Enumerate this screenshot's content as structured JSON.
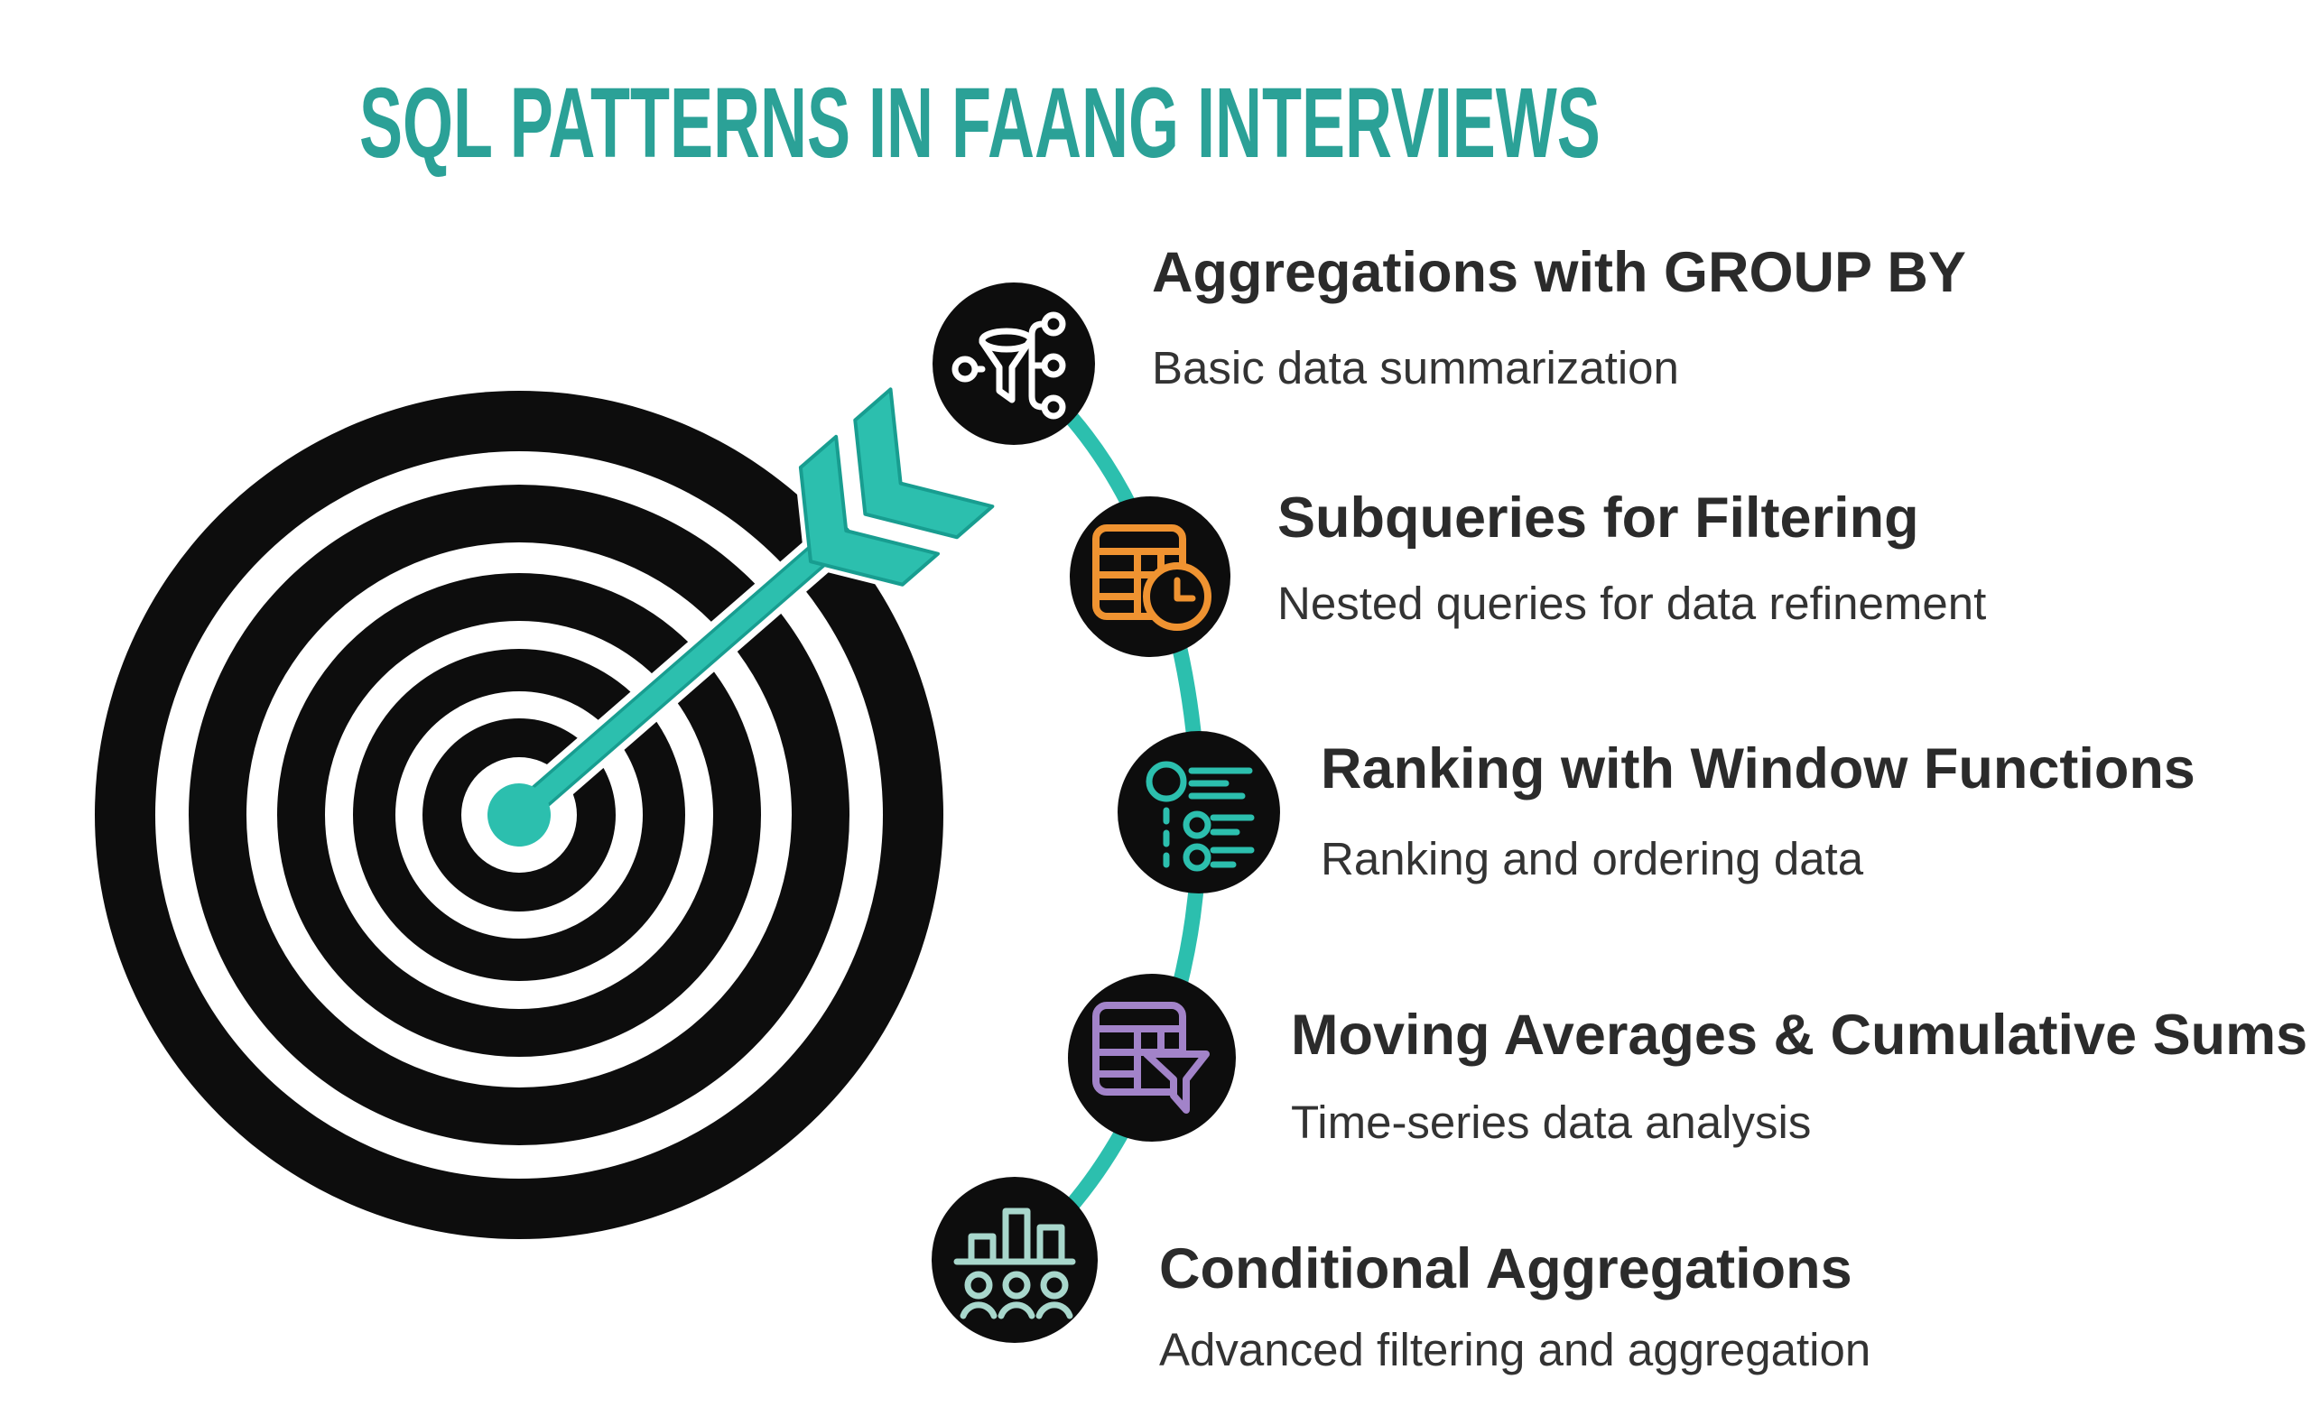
{
  "header": {
    "title": "SQL PATTERNS IN FAANG INTERVIEWS"
  },
  "colors": {
    "accent_teal": "#2cbfae",
    "accent_teal_dark": "#189d90",
    "title_teal": "#2ba197",
    "ink_black": "#0d0d0d",
    "text_dark": "#2b2b2b",
    "icon_orange": "#ef9331",
    "icon_purple": "#a283c9",
    "icon_mint": "#a8d7cc",
    "icon_teal": "#2cbfae",
    "icon_white": "#ffffff"
  },
  "graphic": {
    "target": "bullseye-target-with-arrow",
    "arrow": "teal-arrow-hitting-center"
  },
  "items": [
    {
      "title": "Aggregations with GROUP BY",
      "subtitle": "Basic data summarization",
      "icon": "funnel-flow-icon",
      "icon_color": "#ffffff"
    },
    {
      "title": "Subqueries for Filtering",
      "subtitle": "Nested queries for data refinement",
      "icon": "table-clock-icon",
      "icon_color": "#ef9331"
    },
    {
      "title": "Ranking with Window Functions",
      "subtitle": "Ranking and ordering data",
      "icon": "ranked-list-icon",
      "icon_color": "#2cbfae"
    },
    {
      "title": "Moving Averages & Cumulative Sums",
      "subtitle": "Time-series data analysis",
      "icon": "table-filter-icon",
      "icon_color": "#a283c9"
    },
    {
      "title": "Conditional Aggregations",
      "subtitle": "Advanced filtering and aggregation",
      "icon": "bar-chart-people-icon",
      "icon_color": "#a8d7cc"
    }
  ]
}
